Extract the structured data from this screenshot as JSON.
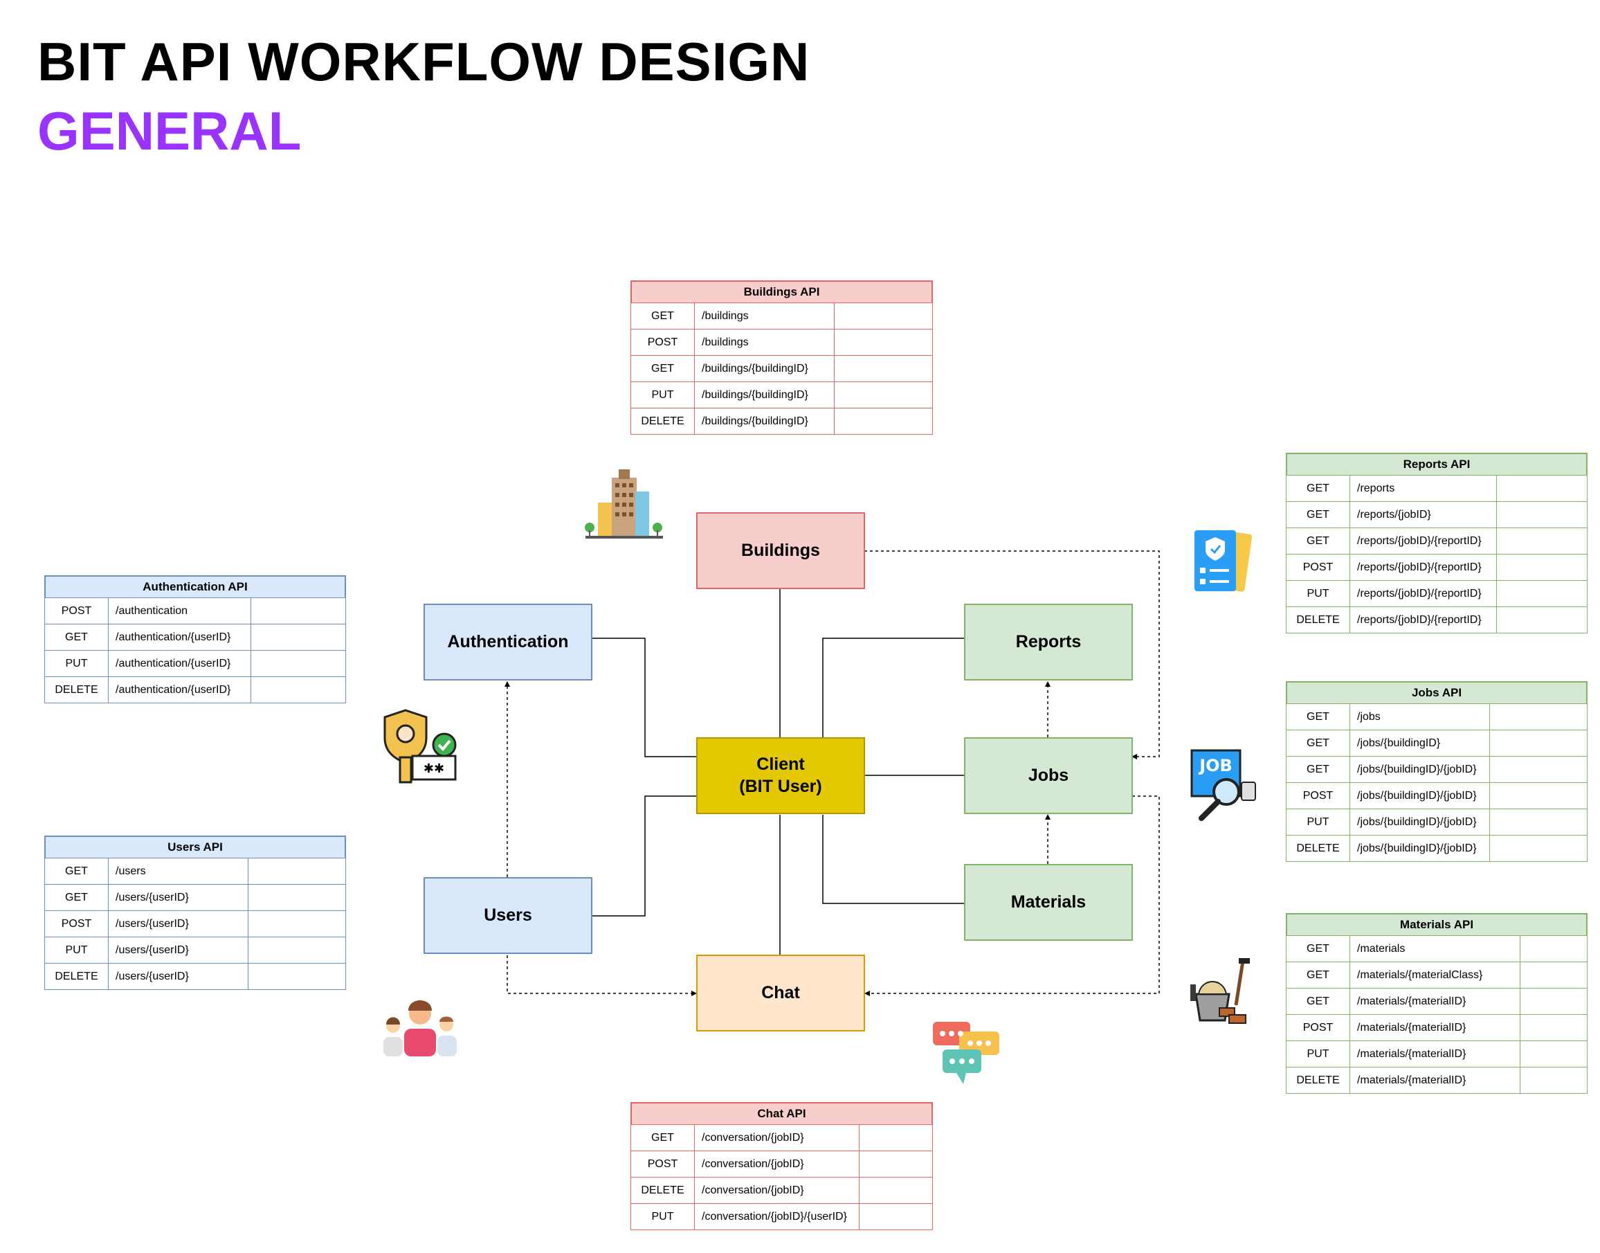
{
  "header": {
    "title": "BIT API WORKFLOW DESIGN",
    "subtitle": "GENERAL"
  },
  "colors": {
    "subtitle": "#9933ff",
    "red_fill": "#f8cecc",
    "red_stroke": "#e06666",
    "blue_fill": "#dae8fc",
    "blue_stroke": "#6c8ebf",
    "green_fill": "#d5e8d4",
    "green_stroke": "#82b366",
    "client_fill": "#e3c800",
    "client_stroke": "#b09500",
    "chat_fill": "#ffe6cc",
    "chat_stroke": "#d79b00"
  },
  "nodes": {
    "buildings": "Buildings",
    "authentication": "Authentication",
    "reports": "Reports",
    "client": "Client\n(BIT User)",
    "jobs": "Jobs",
    "users": "Users",
    "materials": "Materials",
    "chat": "Chat"
  },
  "apis": {
    "buildings": {
      "title": "Buildings API",
      "rows": [
        {
          "method": "GET",
          "path": "/buildings"
        },
        {
          "method": "POST",
          "path": "/buildings"
        },
        {
          "method": "GET",
          "path": "/buildings/{buildingID}"
        },
        {
          "method": "PUT",
          "path": "/buildings/{buildingID}"
        },
        {
          "method": "DELETE",
          "path": "/buildings/{buildingID}"
        }
      ]
    },
    "authentication": {
      "title": "Authentication API",
      "rows": [
        {
          "method": "POST",
          "path": "/authentication"
        },
        {
          "method": "GET",
          "path": "/authentication/{userID}"
        },
        {
          "method": "PUT",
          "path": "/authentication/{userID}"
        },
        {
          "method": "DELETE",
          "path": "/authentication/{userID}"
        }
      ]
    },
    "users": {
      "title": "Users API",
      "rows": [
        {
          "method": "GET",
          "path": "/users"
        },
        {
          "method": "GET",
          "path": "/users/{userID}"
        },
        {
          "method": "POST",
          "path": "/users/{userID}"
        },
        {
          "method": "PUT",
          "path": "/users/{userID}"
        },
        {
          "method": "DELETE",
          "path": "/users/{userID}"
        }
      ]
    },
    "reports": {
      "title": "Reports API",
      "rows": [
        {
          "method": "GET",
          "path": "/reports"
        },
        {
          "method": "GET",
          "path": "/reports/{jobID}"
        },
        {
          "method": "GET",
          "path": "/reports/{jobID}/{reportID}"
        },
        {
          "method": "POST",
          "path": "/reports/{jobID}/{reportID}"
        },
        {
          "method": "PUT",
          "path": "/reports/{jobID}/{reportID}"
        },
        {
          "method": "DELETE",
          "path": "/reports/{jobID}/{reportID}"
        }
      ]
    },
    "jobs": {
      "title": "Jobs API",
      "rows": [
        {
          "method": "GET",
          "path": "/jobs"
        },
        {
          "method": "GET",
          "path": "/jobs/{buildingID}"
        },
        {
          "method": "GET",
          "path": "/jobs/{buildingID}/{jobID}"
        },
        {
          "method": "POST",
          "path": "/jobs/{buildingID}/{jobID}"
        },
        {
          "method": "PUT",
          "path": "/jobs/{buildingID}/{jobID}"
        },
        {
          "method": "DELETE",
          "path": "/jobs/{buildingID}/{jobID}"
        }
      ]
    },
    "materials": {
      "title": "Materials API",
      "rows": [
        {
          "method": "GET",
          "path": "/materials"
        },
        {
          "method": "GET",
          "path": "/materials/{materialClass}"
        },
        {
          "method": "GET",
          "path": "/materials/{materialID}"
        },
        {
          "method": "POST",
          "path": "/materials/{materialID}"
        },
        {
          "method": "PUT",
          "path": "/materials/{materialID}"
        },
        {
          "method": "DELETE",
          "path": "/materials/{materialID}"
        }
      ]
    },
    "chat": {
      "title": "Chat API",
      "rows": [
        {
          "method": "GET",
          "path": "/conversation/{jobID}"
        },
        {
          "method": "POST",
          "path": "/conversation/{jobID}"
        },
        {
          "method": "DELETE",
          "path": "/conversation/{jobID}"
        },
        {
          "method": "PUT",
          "path": "/conversation/{jobID}/{userID}"
        }
      ]
    }
  },
  "icons": {
    "buildings": "city-buildings-icon",
    "authentication": "security-key-icon",
    "users": "people-group-icon",
    "reports": "report-checklist-icon",
    "jobs": "job-search-icon",
    "materials": "construction-materials-icon",
    "chat": "chat-bubbles-icon"
  }
}
